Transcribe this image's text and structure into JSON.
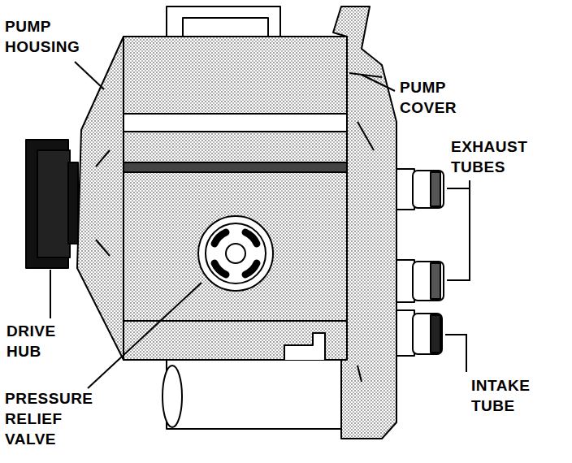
{
  "diagram": {
    "labels": [
      "PUMP HOUSING",
      "PUMP COVER",
      "EXHAUST TUBES",
      "DRIVE HUB",
      "PRESSURE RELIEF VALVE",
      "INTAKE TUBE"
    ]
  }
}
